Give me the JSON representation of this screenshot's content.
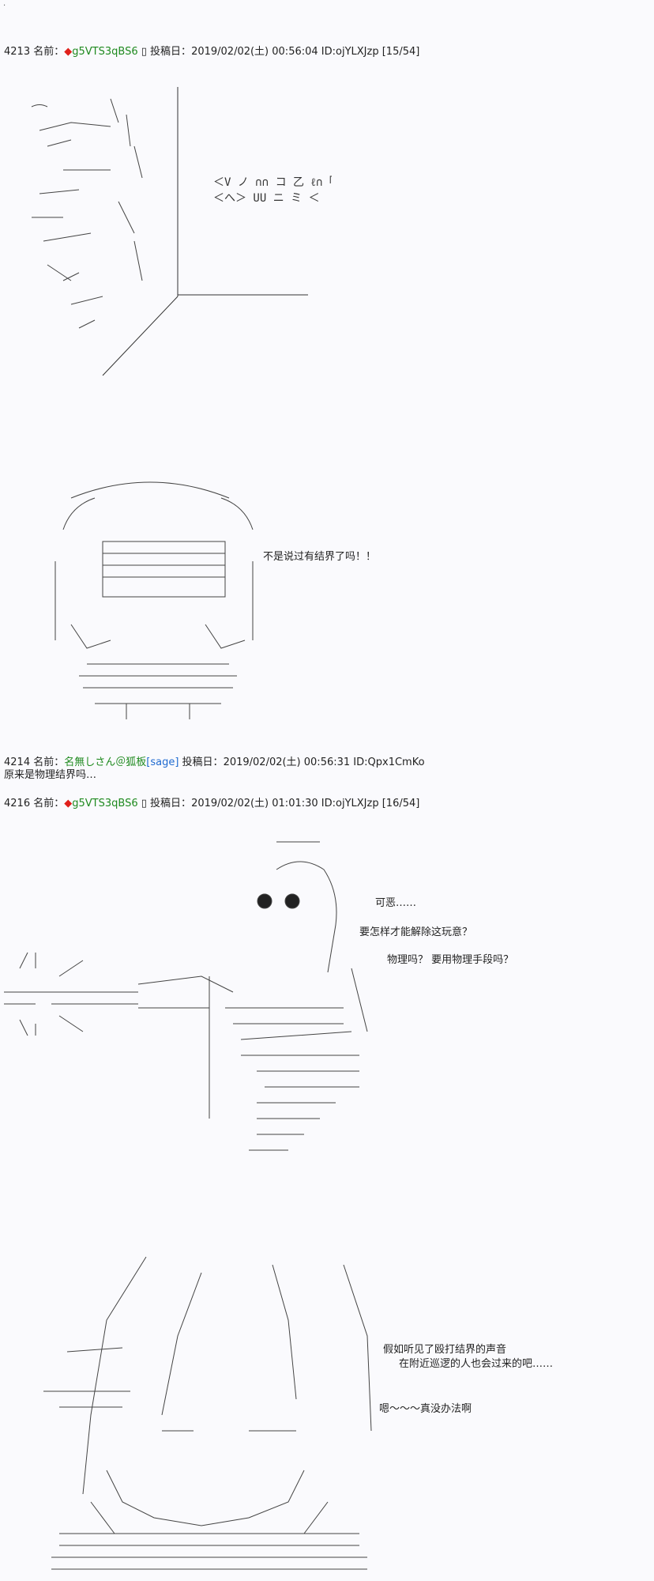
{
  "top_mark": "·",
  "posts": [
    {
      "number": "4213",
      "name_label": "名前：",
      "trip_mark": "◆",
      "name": "g5VTS3qBS6",
      "box": "▯",
      "date_label": "投稿日：",
      "date": "2019/02/02(土) 00:56:04",
      "id": "ID:ojYLXJzp",
      "count": "[15/54]",
      "aa_glyphs": "＜ V ノ　∩ ∩　コ　乙　ℓ∩「\n＜ へ ＞　U U　ニ　ミ　＜"
    },
    {
      "dialogue": "不是说过有结界了吗！！"
    },
    {
      "number": "4214",
      "name_label": "名前：",
      "name": "名無しさん＠狐板",
      "sage": "[sage]",
      "date_label": "投稿日：",
      "date": "2019/02/02(土) 00:56:31",
      "id": "ID:Qpx1CmKo",
      "body": "原来是物理结界吗…"
    },
    {
      "number": "4216",
      "name_label": "名前：",
      "trip_mark": "◆",
      "name": "g5VTS3qBS6",
      "box": "▯",
      "date_label": "投稿日：",
      "date": "2019/02/02(土) 01:01:30",
      "id": "ID:ojYLXJzp",
      "count": "[16/54]",
      "dialogue_lines": [
        "可恶……",
        "要怎样才能解除这玩意？",
        "物理吗？ 要用物理手段吗？"
      ]
    },
    {
      "dialogue_lines": [
        "假如听见了殴打结界的声音",
        "在附近巡逻的人也会过来的吧……",
        "嗯～～～真没办法啊"
      ]
    }
  ]
}
